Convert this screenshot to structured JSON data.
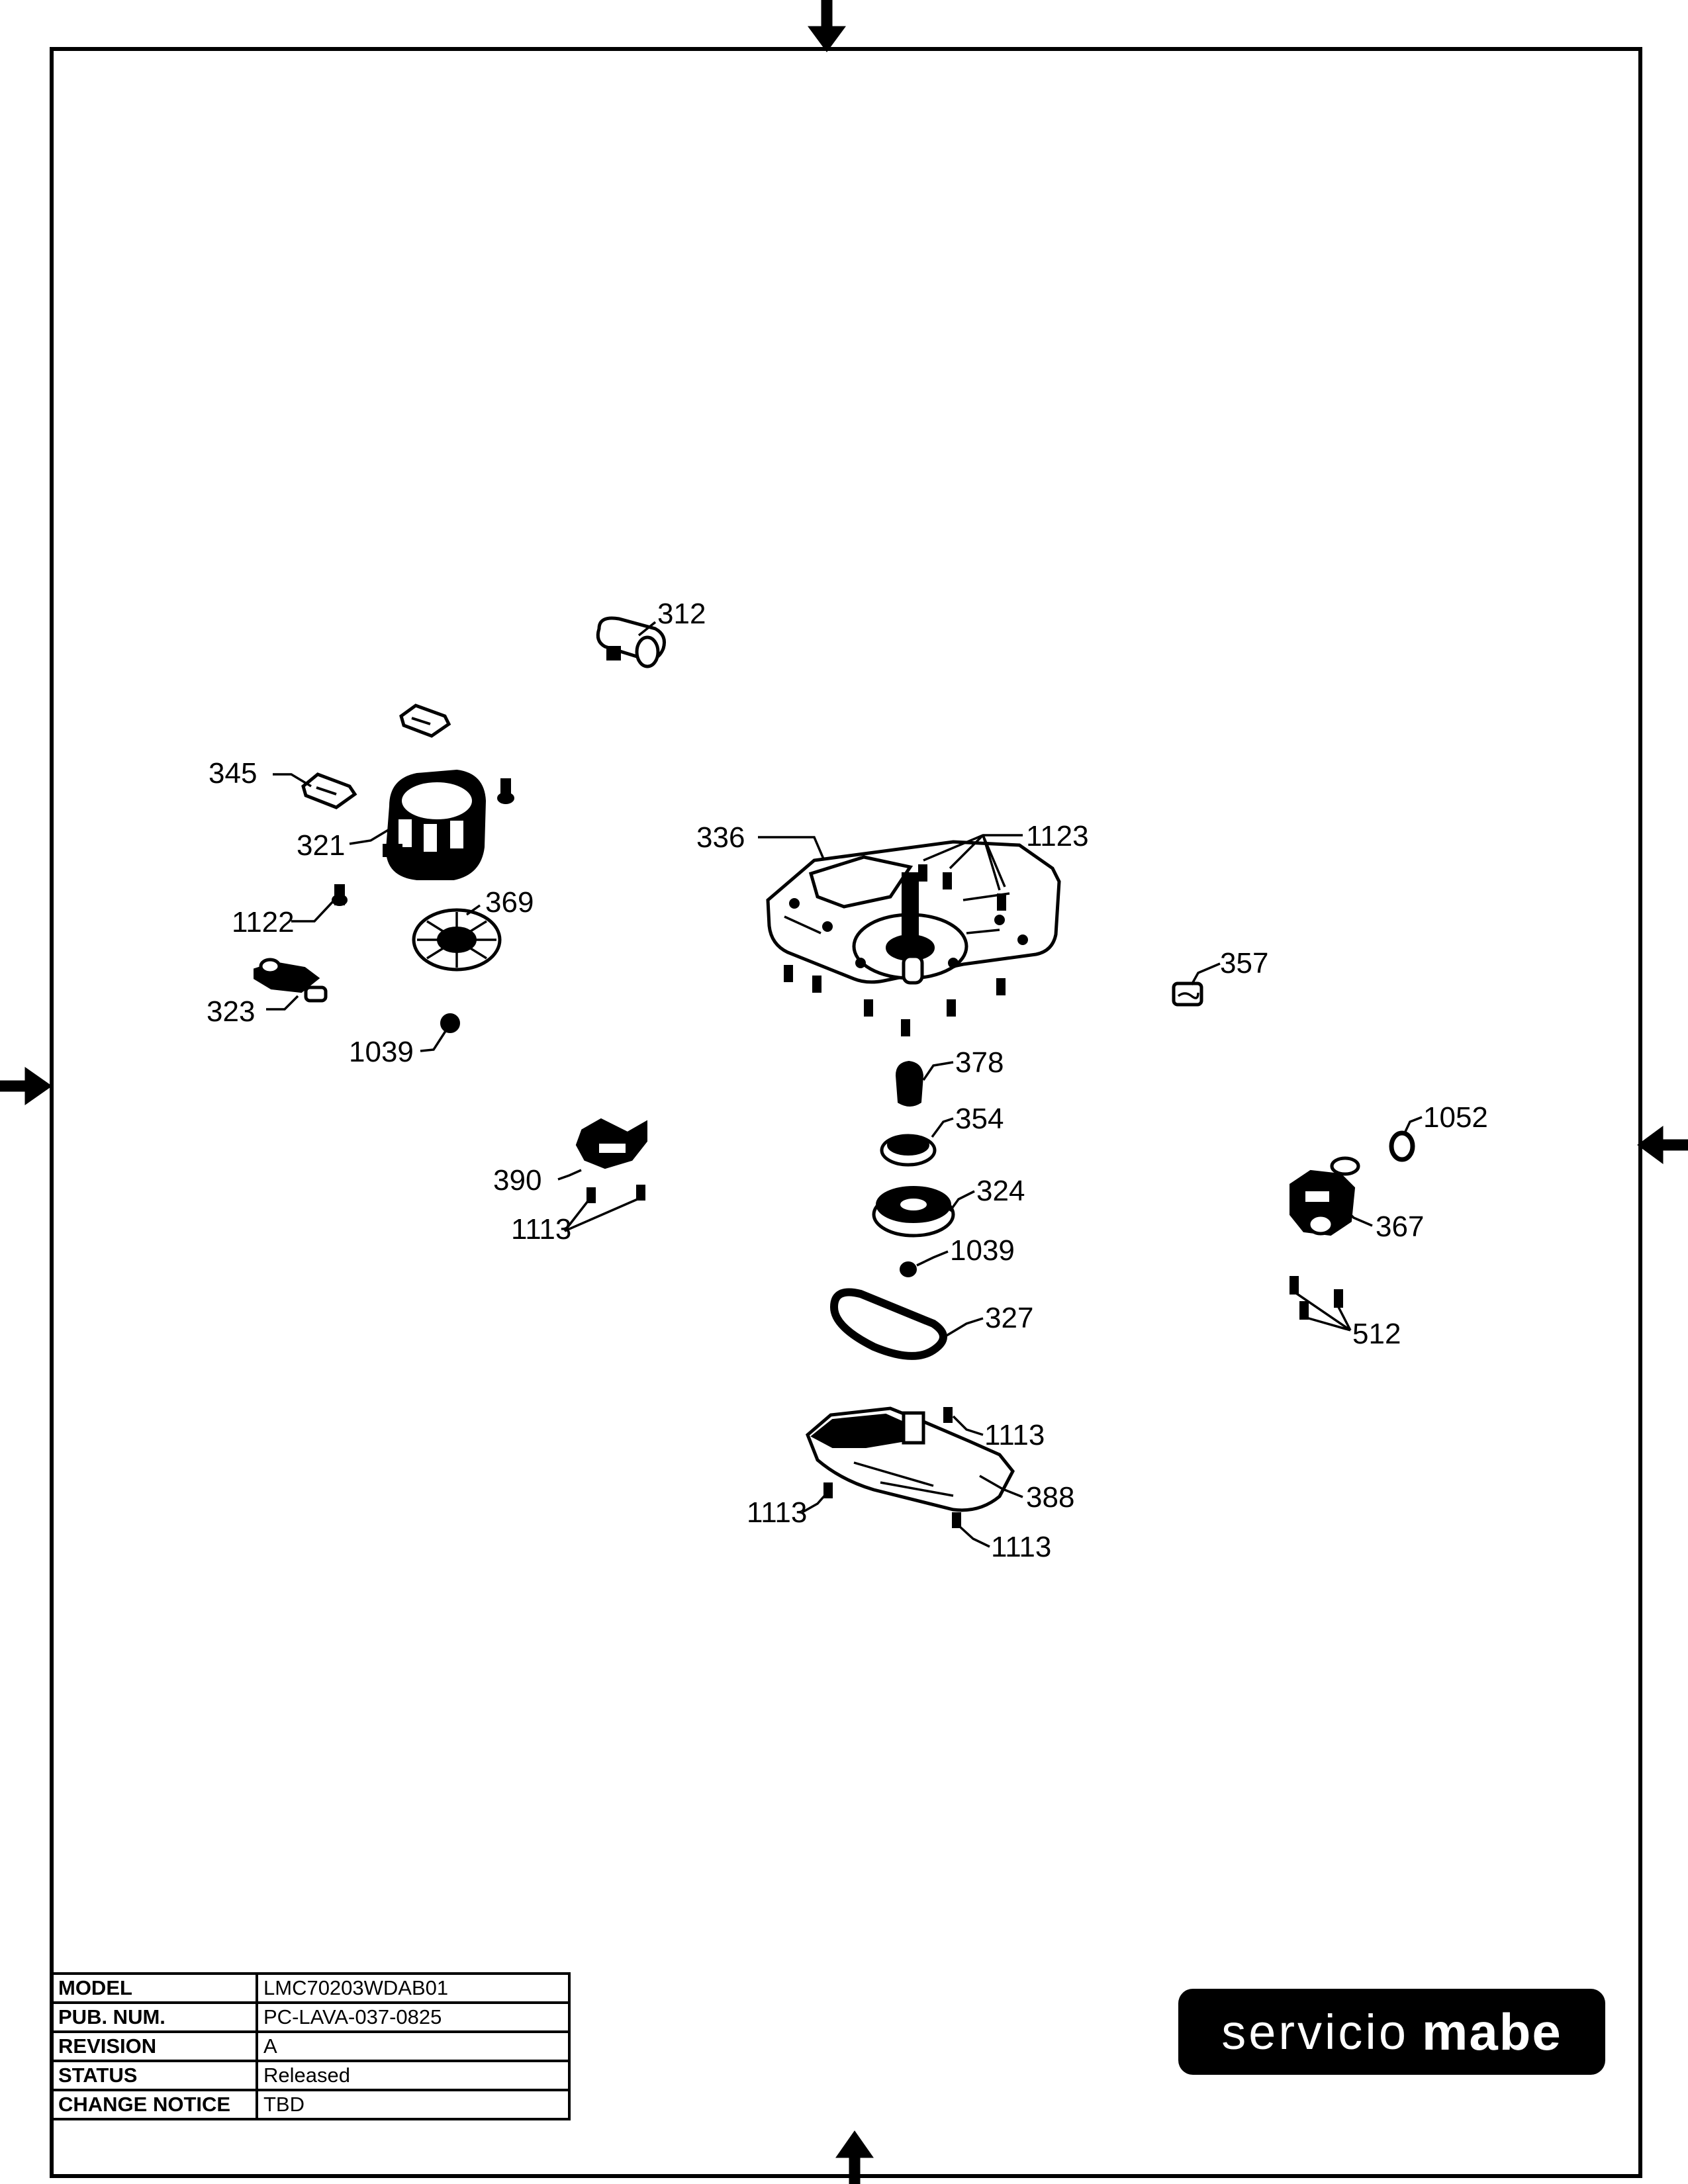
{
  "callouts": [
    {
      "id": "c312",
      "text": "312"
    },
    {
      "id": "c345",
      "text": "345"
    },
    {
      "id": "c321",
      "text": "321"
    },
    {
      "id": "c369",
      "text": "369"
    },
    {
      "id": "c1122",
      "text": "1122"
    },
    {
      "id": "c323",
      "text": "323"
    },
    {
      "id": "c1039a",
      "text": "1039"
    },
    {
      "id": "c336",
      "text": "336"
    },
    {
      "id": "c1123",
      "text": "1123"
    },
    {
      "id": "c357",
      "text": "357"
    },
    {
      "id": "c378",
      "text": "378"
    },
    {
      "id": "c354",
      "text": "354"
    },
    {
      "id": "c324",
      "text": "324"
    },
    {
      "id": "c1039b",
      "text": "1039"
    },
    {
      "id": "c327",
      "text": "327"
    },
    {
      "id": "c390",
      "text": "390"
    },
    {
      "id": "c1113a",
      "text": "1113"
    },
    {
      "id": "c1052",
      "text": "1052"
    },
    {
      "id": "c367",
      "text": "367"
    },
    {
      "id": "c512",
      "text": "512"
    },
    {
      "id": "c1113b",
      "text": "1113"
    },
    {
      "id": "c388",
      "text": "388"
    },
    {
      "id": "c1113c",
      "text": "1113"
    },
    {
      "id": "c1113d",
      "text": "1113"
    }
  ],
  "title_block": {
    "rows": [
      {
        "label": "MODEL",
        "value": "LMC70203WDAB01"
      },
      {
        "label": "PUB. NUM.",
        "value": "PC-LAVA-037-0825"
      },
      {
        "label": "REVISION",
        "value": "A"
      },
      {
        "label": "STATUS",
        "value": "Released"
      },
      {
        "label": "CHANGE NOTICE",
        "value": "TBD"
      }
    ]
  },
  "brand": {
    "word1": "servicio",
    "word2": "mabe"
  }
}
